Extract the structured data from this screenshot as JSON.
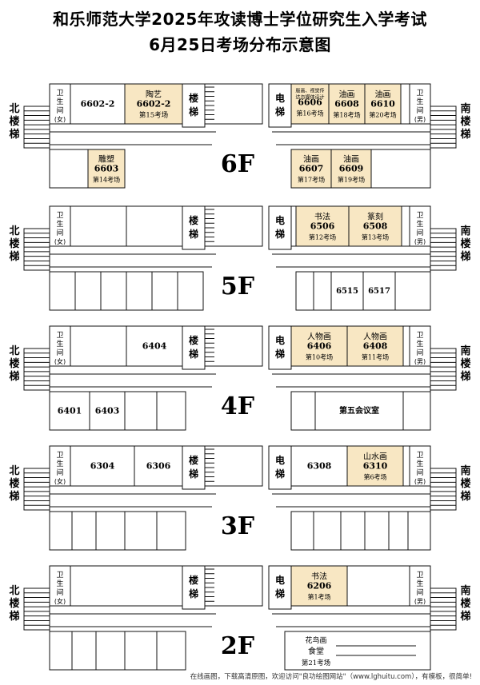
{
  "title_line1": "和乐师范大学2025年攻读博士学位研究生入学考试",
  "title_line2": "6月25日考场分布示意图",
  "footer": "在线画图，下载高清原图，欢迎访问\"良功绘图网站\"（www.lghuitu.com），有模板，很简单!",
  "labels": {
    "north_stair": "北楼梯",
    "south_stair": "南楼梯",
    "stairs": "楼梯",
    "elevator": "电梯",
    "wc_female": "卫生间(女)",
    "wc_male": "卫生间(男)"
  },
  "colors": {
    "exam_room": "#f8e7c3",
    "line": "#111111"
  },
  "floors": [
    {
      "floor": "6F",
      "rooms": [
        {
          "id": "6602-2",
          "name": "",
          "num": "6602-2",
          "tag": "",
          "exam": false
        },
        {
          "id": "6602-2b",
          "name": "陶艺",
          "num": "6602-2",
          "tag": "第15考场",
          "exam": true
        },
        {
          "id": "6606",
          "name": "版画、视觉传达与媒体设计",
          "num": "6606",
          "tag": "第16考场",
          "exam": true
        },
        {
          "id": "6608",
          "name": "油画",
          "num": "6608",
          "tag": "第18考场",
          "exam": true
        },
        {
          "id": "6610",
          "name": "油画",
          "num": "6610",
          "tag": "第20考场",
          "exam": true
        },
        {
          "id": "6603",
          "name": "雕塑",
          "num": "6603",
          "tag": "第14考场",
          "exam": true
        },
        {
          "id": "6607",
          "name": "油画",
          "num": "6607",
          "tag": "第17考场",
          "exam": true
        },
        {
          "id": "6609",
          "name": "油画",
          "num": "6609",
          "tag": "第19考场",
          "exam": true
        }
      ]
    },
    {
      "floor": "5F",
      "rooms": [
        {
          "id": "6506",
          "name": "书法",
          "num": "6506",
          "tag": "第12考场",
          "exam": true
        },
        {
          "id": "6508",
          "name": "篆刻",
          "num": "6508",
          "tag": "第13考场",
          "exam": true
        },
        {
          "id": "6515",
          "name": "",
          "num": "6515",
          "tag": "",
          "exam": false
        },
        {
          "id": "6517",
          "name": "",
          "num": "6517",
          "tag": "",
          "exam": false
        }
      ]
    },
    {
      "floor": "4F",
      "rooms": [
        {
          "id": "6404",
          "name": "",
          "num": "6404",
          "tag": "",
          "exam": false
        },
        {
          "id": "6406",
          "name": "人物画",
          "num": "6406",
          "tag": "第10考场",
          "exam": true
        },
        {
          "id": "6408",
          "name": "人物画",
          "num": "6408",
          "tag": "第11考场",
          "exam": true
        },
        {
          "id": "6401",
          "name": "",
          "num": "6401",
          "tag": "",
          "exam": false
        },
        {
          "id": "6403",
          "name": "",
          "num": "6403",
          "tag": "",
          "exam": false
        },
        {
          "id": "meeting5",
          "name": "",
          "num": "第五会议室",
          "tag": "",
          "exam": false
        }
      ]
    },
    {
      "floor": "3F",
      "rooms": [
        {
          "id": "6304",
          "name": "",
          "num": "6304",
          "tag": "",
          "exam": false
        },
        {
          "id": "6306",
          "name": "",
          "num": "6306",
          "tag": "",
          "exam": false
        },
        {
          "id": "6308",
          "name": "",
          "num": "6308",
          "tag": "",
          "exam": false
        },
        {
          "id": "6310",
          "name": "山水画",
          "num": "6310",
          "tag": "第6考场",
          "exam": true
        }
      ]
    },
    {
      "floor": "2F",
      "rooms": [
        {
          "id": "6206",
          "name": "书法",
          "num": "6206",
          "tag": "第1考场",
          "exam": true
        },
        {
          "id": "canteen",
          "name": "花鸟画",
          "num": "食堂",
          "tag": "第21考场",
          "exam": true
        }
      ]
    }
  ]
}
